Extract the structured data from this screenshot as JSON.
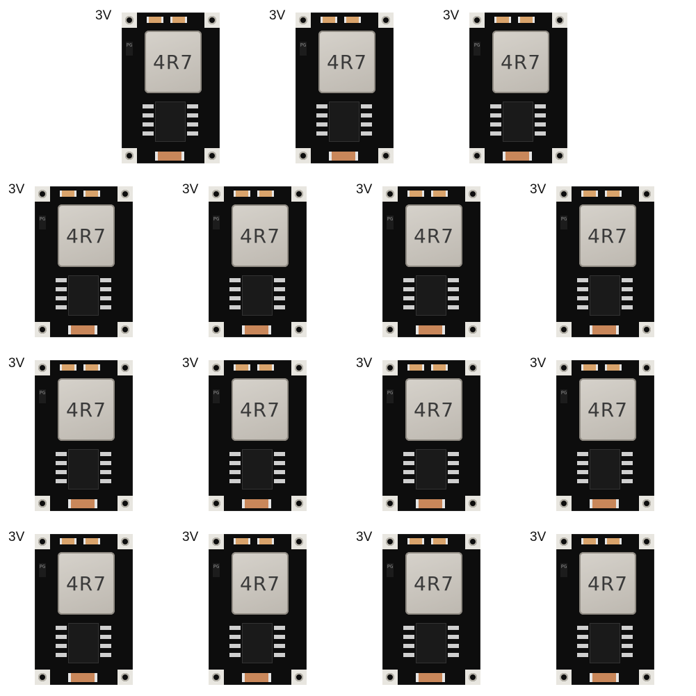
{
  "modules": [
    {
      "label": "3V",
      "marking": "4R7"
    },
    {
      "label": "3V",
      "marking": "4R7"
    },
    {
      "label": "3V",
      "marking": "4R7"
    },
    {
      "label": "3V",
      "marking": "4R7"
    },
    {
      "label": "3V",
      "marking": "4R7"
    },
    {
      "label": "3V",
      "marking": "4R7"
    },
    {
      "label": "3V",
      "marking": "4R7"
    },
    {
      "label": "3V",
      "marking": "4R7"
    },
    {
      "label": "3V",
      "marking": "4R7"
    },
    {
      "label": "3V",
      "marking": "4R7"
    },
    {
      "label": "3V",
      "marking": "4R7"
    },
    {
      "label": "3V",
      "marking": "4R7"
    },
    {
      "label": "3V",
      "marking": "4R7"
    },
    {
      "label": "3V",
      "marking": "4R7"
    },
    {
      "label": "3V",
      "marking": "4R7"
    }
  ],
  "silkscreen": "PG",
  "colors": {
    "board": "#0d0d0d",
    "inductor": "#cfcac2",
    "pad": "#e8e6e0",
    "capacitor": "#c9875a"
  }
}
